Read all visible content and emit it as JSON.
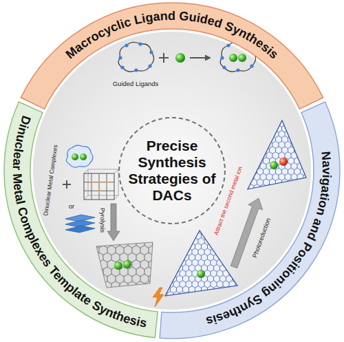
{
  "diagram": {
    "nodes": [
      {
        "text": [
          "Macrocyclic Ligand Guided Synthesis"
        ]
      },
      {
        "text": [
          "Precise Synthesis Strategies of DACs"
        ]
      },
      {
        "text": [
          "Dinuclear Metal Complexes Template Synthesis"
        ]
      },
      {
        "text": [
          "Navigation and Positioning Synthesis"
        ]
      }
    ],
    "labels": [
      "Guided Ligands",
      "Dinuclear Metal Complexes",
      "or",
      "Pyrolysis",
      "Attract the second metal ion",
      "Photoreduction"
    ]
  }
}
